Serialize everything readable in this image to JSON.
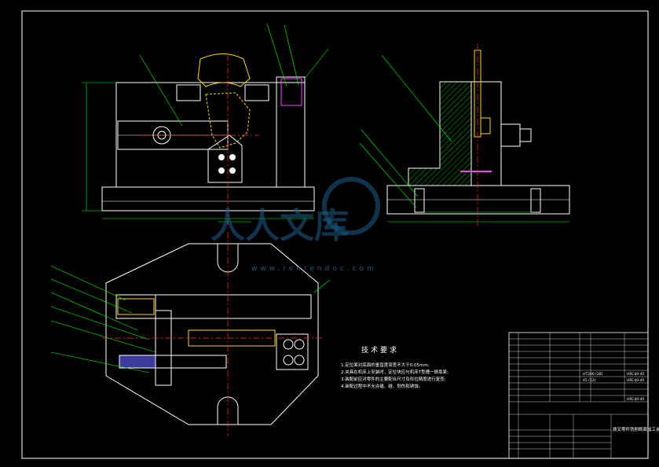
{
  "watermark": {
    "brand": "人人文库",
    "url": "www.renrendoc.com"
  },
  "tech_notes": {
    "title": "技术要求",
    "lines": [
      "1.定位面对底面的垂直度误差不大于0.05mm;",
      "2.夹具在机床上安装时，定位块应与机床T型槽一侧靠紧;",
      "3.装配前应对零件的主要配合尺寸及形位精度进行复查;",
      "4.装配过程中不允许磕、碰、划伤和锈蚀。"
    ]
  },
  "title_block": {
    "drawing_title": "拨叉零件铣削断面加工夹具",
    "rows": [
      "HT200 (28)",
      "45 (12)",
      "HRC40-45",
      "HRC40-45",
      "HRC40-45"
    ]
  },
  "colors": {
    "frame": "#ffffff",
    "outline": "#ffffff",
    "center_line": "#ff3030",
    "dimension": "#00ff00",
    "leader": "#00ff00",
    "hatch": "#00c000",
    "part_yellow": "#ffd700",
    "part_magenta": "#ff40ff",
    "blue_fill": "#3c3c9c"
  }
}
